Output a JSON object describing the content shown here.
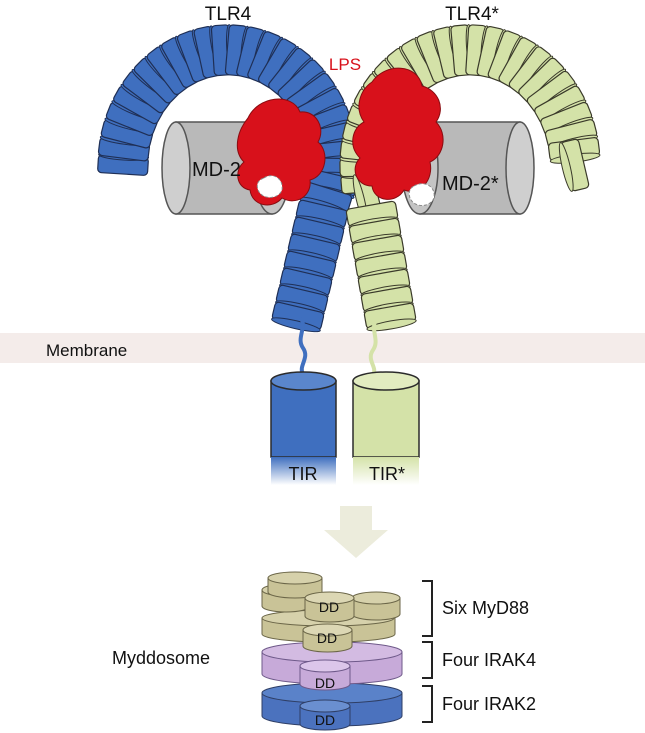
{
  "labels": {
    "tlr4": "TLR4",
    "tlr4_star": "TLR4*",
    "lps": "LPS",
    "md2": "MD-2",
    "md2_star": "MD-2*",
    "membrane": "Membrane",
    "tir": "TIR",
    "tir_star": "TIR*",
    "dd": "DD",
    "myddosome": "Myddosome",
    "six_myd88": "Six MyD88",
    "four_irak4": "Four IRAK4",
    "four_irak2": "Four IRAK2"
  },
  "colors": {
    "tlr4": "#3f6fbf",
    "tlr4_star": "#d4e2a8",
    "lps": "#d8111b",
    "md2": "#b9b9b9",
    "membrane": "#f4ecea",
    "myd88": "#c9c397",
    "irak4": "#c7aad9",
    "irak2": "#4b72be",
    "arrow": "#ececdc",
    "text": "#111111",
    "lps_text": "#d8111b"
  },
  "icons": {
    "arrow": "down-arrow-icon",
    "bracket": "bracket-icon"
  }
}
